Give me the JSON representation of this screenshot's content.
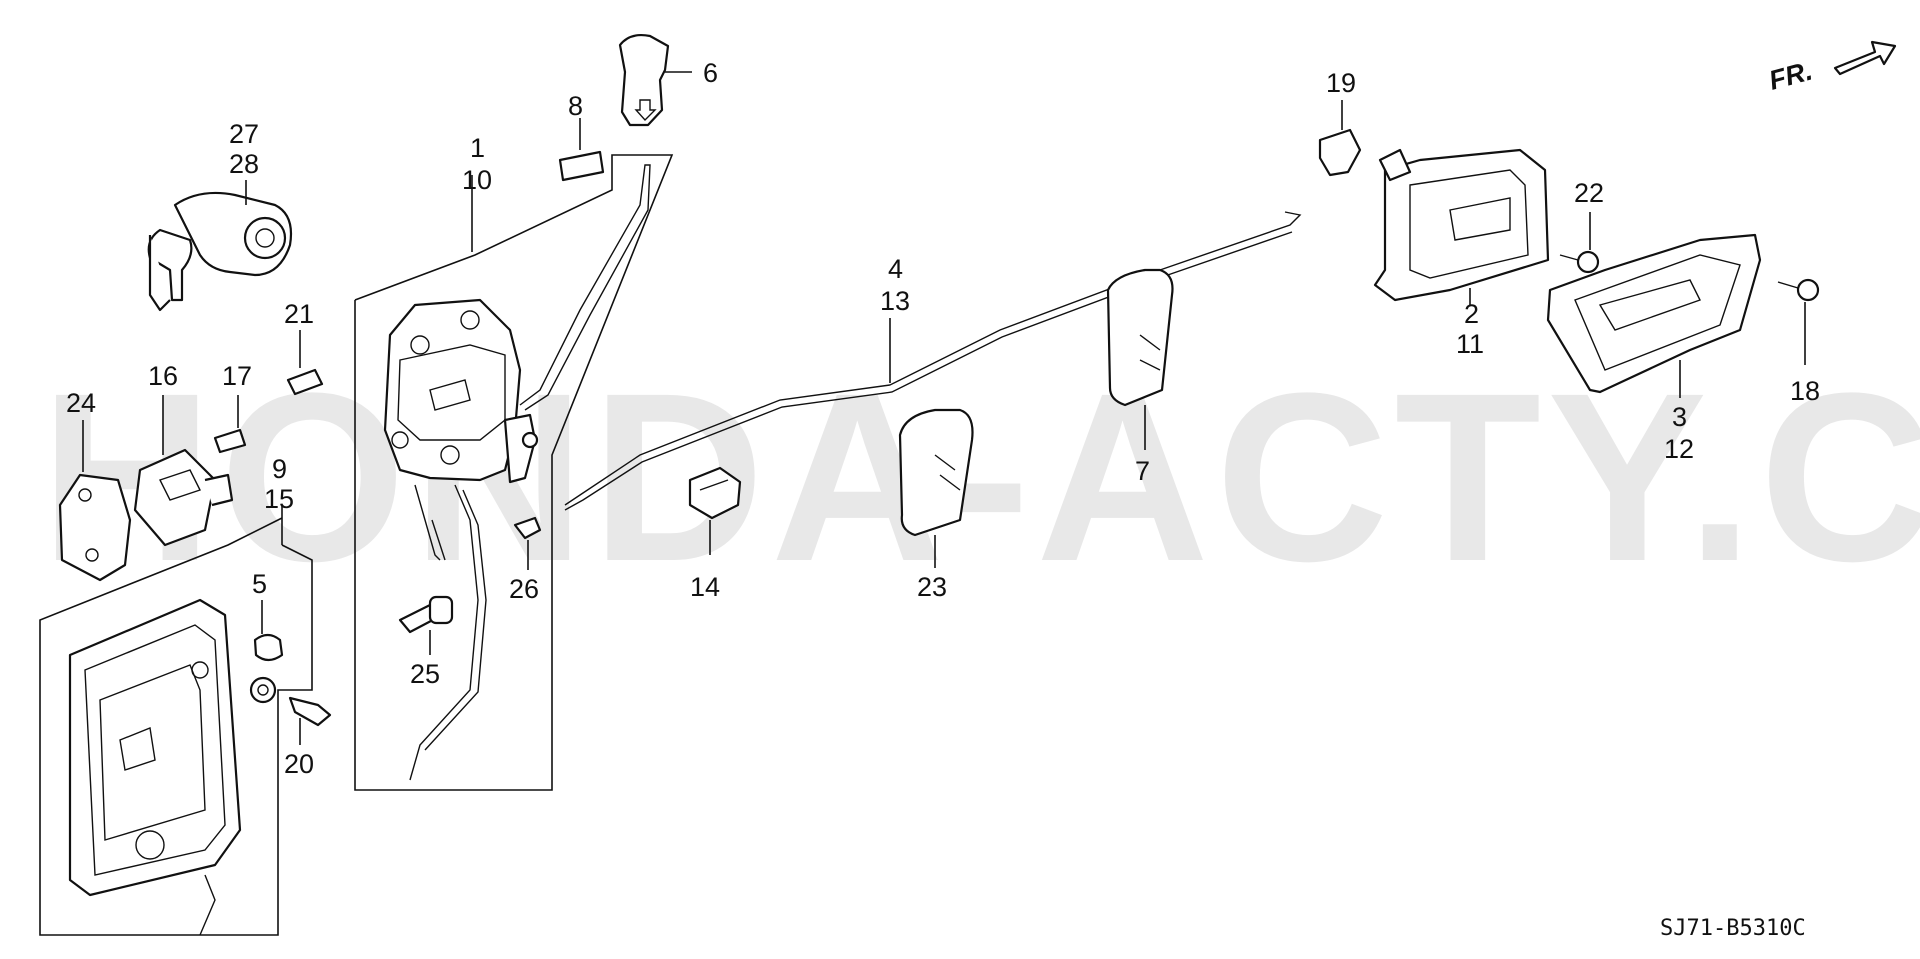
{
  "watermark": "HONDA-ACTY.COM",
  "diagram_code": "SJ71-B5310C",
  "direction_label": "FR.",
  "callouts": {
    "c1": "1",
    "c10": "10",
    "c2": "2",
    "c11": "11",
    "c3": "3",
    "c12": "12",
    "c4": "4",
    "c13": "13",
    "c5": "5",
    "c6": "6",
    "c7": "7",
    "c8": "8",
    "c9": "9",
    "c15": "15",
    "c14": "14",
    "c16": "16",
    "c17": "17",
    "c18": "18",
    "c19": "19",
    "c20": "20",
    "c21": "21",
    "c22": "22",
    "c23": "23",
    "c24": "24",
    "c25": "25",
    "c26": "26",
    "c27": "27",
    "c28": "28"
  }
}
